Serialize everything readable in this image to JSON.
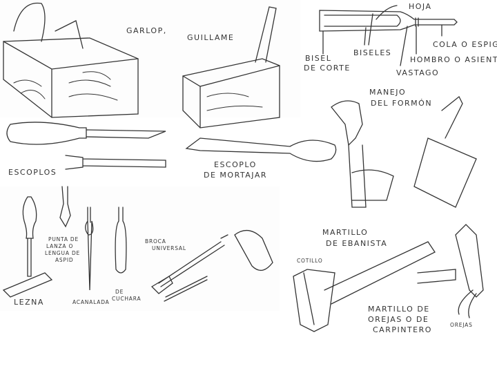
{
  "labels": {
    "garlop": "GARLOP,",
    "guillame": "GUILLAME",
    "hoja": "HOJA",
    "bisel_line1": "BISEL",
    "bisel_line2": "DE CORTE",
    "biseles": "BISELES",
    "vastago": "VASTAGO",
    "hombro": "HOMBRO O ASIENTO",
    "cola": "COLA O ESPIGA",
    "manejo_line1": "MANEJO",
    "manejo_line2": "DEL FORMÓN",
    "escoplos": "ESCOPLOS",
    "mortajar_line1": "ESCOPLO",
    "mortajar_line2": "DE MORTAJAR",
    "punta_line1": "PUNTA DE",
    "punta_line2": "LANZA O",
    "punta_line3": "LENGUA DE",
    "punta_line4": "ASPID",
    "lezna": "LEZNA",
    "acanalada": "ACANALADA",
    "cuchara_line1": "DE",
    "cuchara_line2": "CUCHARA",
    "broca_line1": "BROCA",
    "broca_line2": "UNIVERSAL",
    "martillo_eb_line1": "MARTILLO",
    "martillo_eb_line2": "DE EBANISTA",
    "cotillo": "COTILLO",
    "martillo_or_line1": "MARTILLO DE",
    "martillo_or_line2": "OREJAS O DE",
    "martillo_or_line3": "CARPINTERO",
    "orejas": "OREJAS"
  }
}
